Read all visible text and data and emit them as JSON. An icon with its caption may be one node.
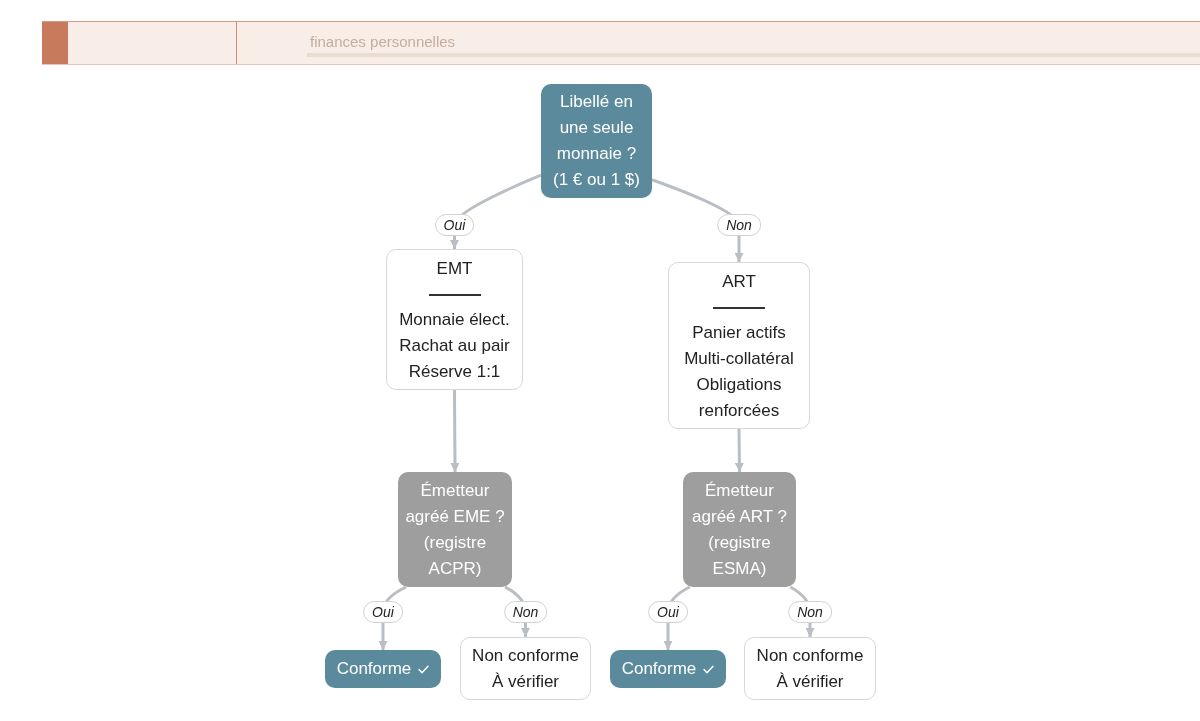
{
  "diagram": {
    "nodes": [
      {
        "text": [
          "Libellé en une seule monnaie ? (1 € ou 1 $)"
        ]
      },
      {
        "text": [
          "EMT",
          "Monnaie élect.",
          "Rachat au pair",
          "Réserve 1:1"
        ]
      },
      {
        "text": [
          "ART",
          "Panier actifs",
          "Multi-collatéral",
          "Obligations renforcées"
        ]
      },
      {
        "text": [
          "Émetteur agréé EME ? (registre ACPR)"
        ]
      },
      {
        "text": [
          "Émetteur agréé ART ? (registre ESMA)"
        ]
      },
      {
        "text": [
          "Conforme"
        ]
      },
      {
        "text": [
          "Non conforme",
          "À vérifier"
        ]
      },
      {
        "text": [
          "Conforme"
        ]
      },
      {
        "text": [
          "Non conforme",
          "À vérifier"
        ]
      }
    ],
    "edges": [
      {
        "from": 0,
        "to": 1,
        "arrow": "to",
        "label": "Oui"
      },
      {
        "from": 0,
        "to": 2,
        "arrow": "to",
        "label": "Non"
      },
      {
        "from": 1,
        "to": 3,
        "arrow": "to"
      },
      {
        "from": 2,
        "to": 4,
        "arrow": "to"
      },
      {
        "from": 3,
        "to": 5,
        "arrow": "to",
        "label": "Oui"
      },
      {
        "from": 3,
        "to": 6,
        "arrow": "to",
        "label": "Non"
      },
      {
        "from": 4,
        "to": 7,
        "arrow": "to",
        "label": "Oui"
      },
      {
        "from": 4,
        "to": 8,
        "arrow": "to",
        "label": "Non"
      }
    ],
    "labels": [
      "finances personnelles"
    ]
  }
}
